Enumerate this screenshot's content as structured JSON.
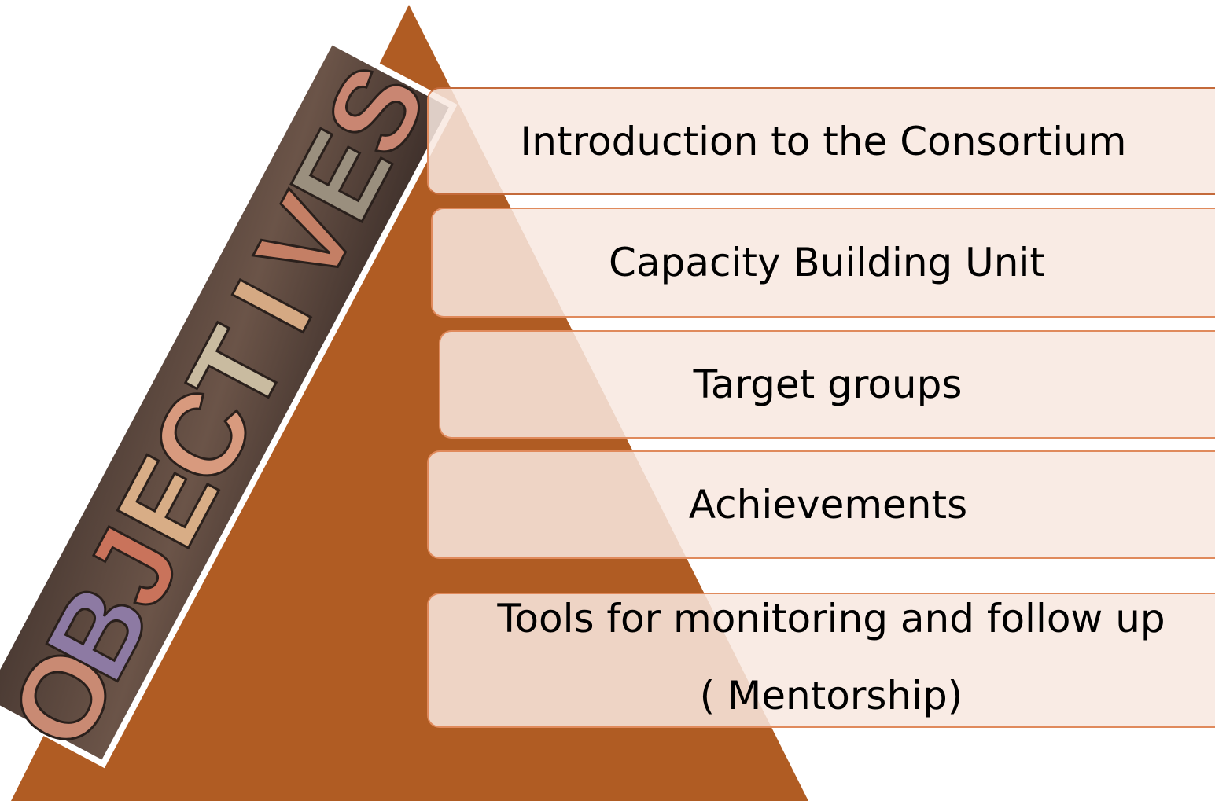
{
  "diagram": {
    "type": "pyramid",
    "colors": {
      "pyramid_fill": "#b05c23",
      "row_fill": "#f8e8e0",
      "row_border": "#e08a5c",
      "text": "#000000"
    },
    "banner": {
      "text": "OBJECTIVES",
      "style": "wood-type letters"
    },
    "items": [
      {
        "label": "Introduction to the Consortium"
      },
      {
        "label": "Capacity Building Unit"
      },
      {
        "label": "Target groups"
      },
      {
        "label": "Achievements"
      },
      {
        "label": "Tools for monitoring and follow up\n( Mentorship)"
      }
    ]
  }
}
